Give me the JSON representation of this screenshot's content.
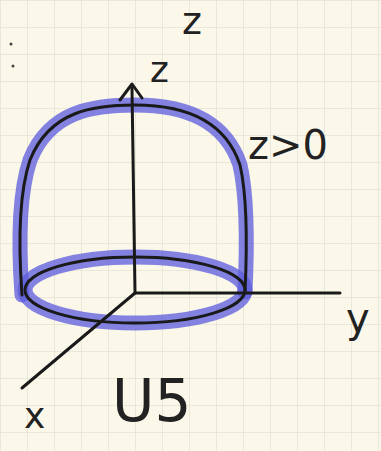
{
  "diagram": {
    "labels": [
      "z",
      "z",
      "z>0",
      "y",
      "x",
      "U5"
    ]
  }
}
